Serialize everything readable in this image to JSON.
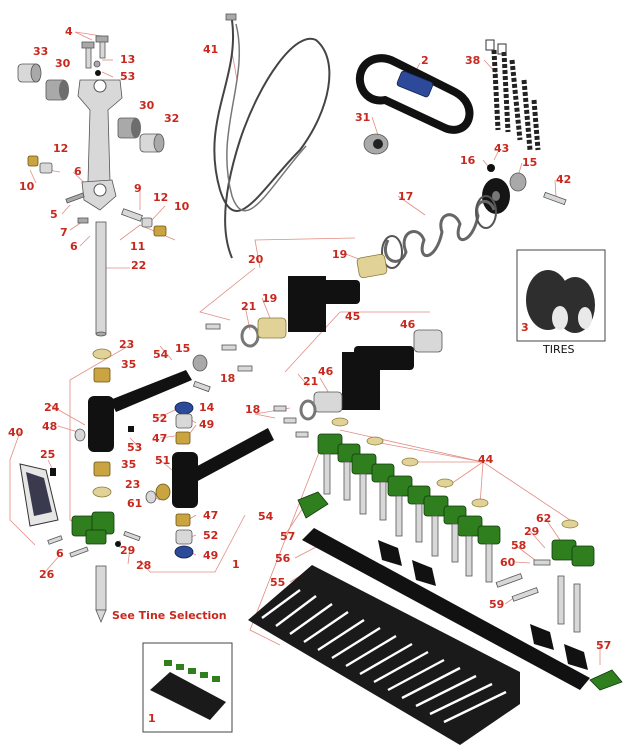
{
  "callouts": {
    "c1a": "1",
    "c1b": "1",
    "c2": "2",
    "c3": "3",
    "c4": "4",
    "c5": "5",
    "c6a": "6",
    "c6b": "6",
    "c6c": "6",
    "c7": "7",
    "c9": "9",
    "c10a": "10",
    "c10b": "10",
    "c11": "11",
    "c12a": "12",
    "c12b": "12",
    "c13": "13",
    "c14": "14",
    "c15a": "15",
    "c15b": "15",
    "c16": "16",
    "c17": "17",
    "c18a": "18",
    "c18b": "18",
    "c19a": "19",
    "c19b": "19",
    "c20": "20",
    "c21a": "21",
    "c21b": "21",
    "c22": "22",
    "c23a": "23",
    "c23b": "23",
    "c24": "24",
    "c25": "25",
    "c26": "26",
    "c28": "28",
    "c29a": "29",
    "c29b": "29",
    "c30a": "30",
    "c30b": "30",
    "c31": "31",
    "c32": "32",
    "c33": "33",
    "c35a": "35",
    "c35b": "35",
    "c38": "38",
    "c40": "40",
    "c41": "41",
    "c42": "42",
    "c43": "43",
    "c44": "44",
    "c45": "45",
    "c46a": "46",
    "c46b": "46",
    "c47a": "47",
    "c47b": "47",
    "c48": "48",
    "c49a": "49",
    "c49b": "49",
    "c51": "51",
    "c52a": "52",
    "c52b": "52",
    "c53a": "53",
    "c53b": "53",
    "c54a": "54",
    "c54b": "54",
    "c55": "55",
    "c56": "56",
    "c57a": "57",
    "c57b": "57",
    "c58": "58",
    "c59": "59",
    "c60": "60",
    "c61": "61",
    "c62": "62"
  },
  "tires_label": "TIRES",
  "tine_selection_link": "See Tine Selection",
  "colors": {
    "callout": "#c8281e",
    "leader": "#e38b82",
    "part_green": "#2f7f1f",
    "part_black": "#111111"
  }
}
